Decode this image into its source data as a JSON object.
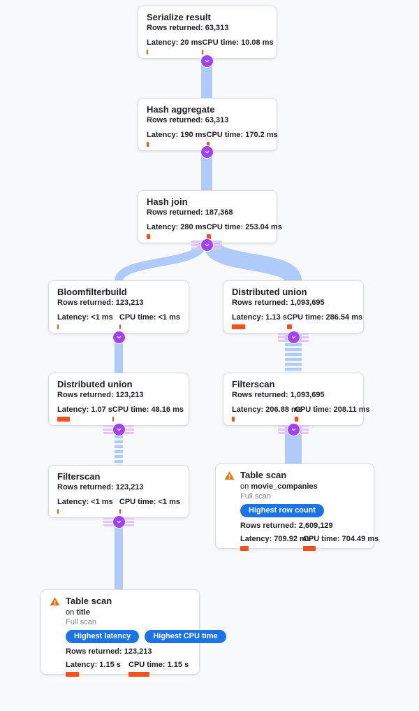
{
  "diagram": {
    "kind": "query-execution-plan-tree",
    "background": "#f8f9fa"
  },
  "colors": {
    "card_border": "#dadce0",
    "edge_blue": "#aecbfa",
    "metric_bar_orange": "#f4511e",
    "connector_purple": "#a142f4",
    "badge_blue": "#1a73e8",
    "warning_orange": "#e8710a",
    "muted_text": "#80868b",
    "text": "#202124"
  },
  "nodes": [
    {
      "id": "serialize-result",
      "title": "Serialize result",
      "rows": "Rows returned: 63,313",
      "latency": "Latency: 20 ms",
      "cpu": "CPU time: 10.08 ms",
      "latency_bar": 2,
      "cpu_bar": 2
    },
    {
      "id": "hash-aggregate",
      "title": "Hash aggregate",
      "rows": "Rows returned: 63,313",
      "latency": "Latency: 190 ms",
      "cpu": "CPU time: 170.2 ms",
      "latency_bar": 3,
      "cpu_bar": 4
    },
    {
      "id": "hash-join",
      "title": "Hash join",
      "rows": "Rows returned: 187,368",
      "latency": "Latency: 280 ms",
      "cpu": "CPU time: 253.04 ms",
      "latency_bar": 5,
      "cpu_bar": 6
    },
    {
      "id": "bloomfilterbuild",
      "title": "Bloomfilterbuild",
      "rows": "Rows returned: 123,213",
      "latency": "Latency: <1 ms",
      "cpu": "CPU time: <1 ms",
      "latency_bar": 2,
      "cpu_bar": 2
    },
    {
      "id": "distributed-union-right",
      "title": "Distributed union",
      "rows": "Rows returned: 1,093,695",
      "latency": "Latency: 1.13 s",
      "cpu": "CPU time: 286.54 ms",
      "latency_bar": 19,
      "cpu_bar": 7
    },
    {
      "id": "distributed-union-left",
      "title": "Distributed union",
      "rows": "Rows returned: 123,213",
      "latency": "Latency: 1.07 s",
      "cpu": "CPU time: 48.16 ms",
      "latency_bar": 18,
      "cpu_bar": 2
    },
    {
      "id": "filterscan-right",
      "title": "Filterscan",
      "rows": "Rows returned: 1,093,695",
      "latency": "Latency: 206.88 ms",
      "cpu": "CPU time: 208.11 ms",
      "latency_bar": 4,
      "cpu_bar": 5
    },
    {
      "id": "filterscan-left",
      "title": "Filterscan",
      "rows": "Rows returned: 123,213",
      "latency": "Latency: <1 ms",
      "cpu": "CPU time: <1 ms",
      "latency_bar": 2,
      "cpu_bar": 2
    },
    {
      "id": "table-scan-movie-companies",
      "title": "Table scan",
      "on_prefix": "on",
      "table_name": "movie_companies",
      "scan_type": "Full scan",
      "pills": [
        "Highest row count"
      ],
      "rows": "Rows returned: 2,609,129",
      "latency": "Latency: 709.92 ms",
      "cpu": "CPU time: 704.49 ms",
      "latency_bar": 12,
      "cpu_bar": 18
    },
    {
      "id": "table-scan-title",
      "title": "Table scan",
      "on_prefix": "on",
      "table_name": "title",
      "scan_type": "Full scan",
      "pills": [
        "Highest latency",
        "Highest CPU time"
      ],
      "rows": "Rows returned: 123,213",
      "latency": "Latency: 1.15 s",
      "cpu": "CPU time: 1.15 s",
      "latency_bar": 19,
      "cpu_bar": 30
    }
  ],
  "edges": [
    {
      "from": "serialize-result",
      "to": "hash-aggregate",
      "style": "solid"
    },
    {
      "from": "hash-aggregate",
      "to": "hash-join",
      "style": "solid"
    },
    {
      "from": "hash-join",
      "to": "bloomfilterbuild",
      "style": "solid"
    },
    {
      "from": "hash-join",
      "to": "distributed-union-right",
      "style": "solid"
    },
    {
      "from": "bloomfilterbuild",
      "to": "distributed-union-left",
      "style": "solid"
    },
    {
      "from": "distributed-union-right",
      "to": "filterscan-right",
      "style": "striped"
    },
    {
      "from": "distributed-union-left",
      "to": "filterscan-left",
      "style": "striped"
    },
    {
      "from": "filterscan-right",
      "to": "table-scan-movie-companies",
      "style": "solid"
    },
    {
      "from": "filterscan-left",
      "to": "table-scan-title",
      "style": "solid"
    }
  ]
}
